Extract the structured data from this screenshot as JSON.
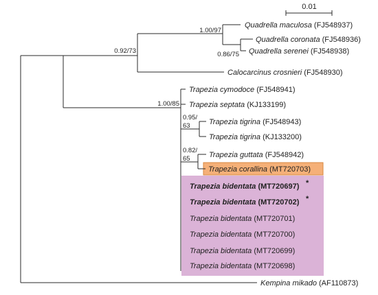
{
  "scale": {
    "label": "0.01"
  },
  "support": {
    "quadrella": "1.00/97",
    "outer_clade": "0.92/73",
    "coronata_serenei": "0.86/75",
    "trapezia": "1.00/85",
    "tigrina_a": "0.95/",
    "tigrina_b": "63",
    "guttata_a": "0.82/",
    "guttata_b": "65"
  },
  "taxa": {
    "maculosa": {
      "species": "Quadrella maculosa",
      "acc": "(FJ548937)"
    },
    "coronata": {
      "species": "Quadrella coronata",
      "acc": "(FJ548936)"
    },
    "serenei": {
      "species": "Quadrella serenei",
      "acc": "(FJ548938)"
    },
    "crosnieri": {
      "species": "Calocarcinus crosnieri",
      "acc": "(FJ548930)"
    },
    "cymodoce": {
      "species": "Trapezia cymodoce",
      "acc": "(FJ548941)"
    },
    "septata": {
      "species": "Trapezia septata",
      "acc": "(KJ133199)"
    },
    "tigrina1": {
      "species": "Trapezia tigrina",
      "acc": "(FJ548943)"
    },
    "tigrina2": {
      "species": "Trapezia tigrina",
      "acc": "(KJ133200)"
    },
    "guttata": {
      "species": "Trapezia guttata",
      "acc": "(FJ548942)"
    },
    "corallina": {
      "species": "Trapezia corallina",
      "acc": "(MT720703)"
    },
    "bid697": {
      "species": "Trapezia bidentata",
      "acc": "(MT720697)",
      "mark": "*"
    },
    "bid702": {
      "species": "Trapezia bidentata",
      "acc": "(MT720702)",
      "mark": "*"
    },
    "bid701": {
      "species": "Trapezia bidentata",
      "acc": "(MT720701)"
    },
    "bid700": {
      "species": "Trapezia bidentata",
      "acc": "(MT720700)"
    },
    "bid699": {
      "species": "Trapezia bidentata",
      "acc": "(MT720699)"
    },
    "bid698": {
      "species": "Trapezia bidentata",
      "acc": "(MT720698)"
    },
    "kempina": {
      "species": "Kempina mikado",
      "acc": "(AF110873)"
    }
  },
  "colors": {
    "corallina_box": "#f5b078",
    "corallina_border": "#d8873f",
    "bidentata_box": "#dbb3d7"
  }
}
